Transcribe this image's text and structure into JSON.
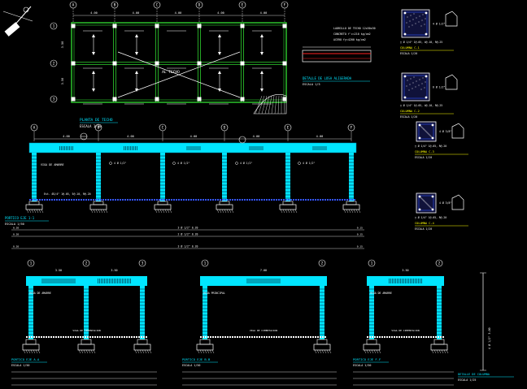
{
  "colors": {
    "background": "#000000",
    "beam": "#00e5ff",
    "green": "#2fd12f",
    "white": "#ffffff",
    "yellow": "#ffff00",
    "blue": "#3355ff",
    "magenta": "#ff33cc",
    "red": "#ff2020",
    "orange": "#ff8800"
  },
  "plan": {
    "axes_letters": [
      "A",
      "B",
      "C",
      "D",
      "E",
      "F"
    ],
    "axes_numbers": [
      "1",
      "2",
      "3"
    ],
    "dims_top": [
      "4.00",
      "4.00",
      "4.00",
      "4.00",
      "4.00"
    ],
    "dims_left": [
      "3.50",
      "3.50"
    ],
    "center_label": "AL TECHO",
    "title": "PLANTA DE TECHO",
    "scale": "ESCALA 1/50"
  },
  "slab_detail": {
    "notes": [
      "LADRILLO DE TECHO 12x30x30",
      "CONCRETO f'c=210 kg/cm2",
      "ACERO fy=4200 kg/cm2"
    ],
    "title": "DETALLE DE LOSA ALIGERADA",
    "scale": "ESCALA 1/5"
  },
  "columns": [
    {
      "title": "COLUMNA C-1",
      "scale": "ESCALA 1/20",
      "bars": "4 Ø 1/2\"",
      "stirrups": "□ Ø 1/4\" 1@.05, 4@.10, R@.25"
    },
    {
      "title": "COLUMNA C-2",
      "scale": "ESCALA 1/20",
      "bars": "6 Ø 1/2\"",
      "stirrups": "□ Ø 1/4\" 1@.05, 4@.10, R@.25"
    },
    {
      "title": "COLUMNA C-3",
      "scale": "ESCALA 1/20",
      "bars": "4 Ø 3/8\"",
      "stirrups": "□ Ø 1/4\" 1@.05, R@.20"
    },
    {
      "title": "COLUMNA C-4",
      "scale": "ESCALA 1/20",
      "bars": "4 Ø 3/8\"",
      "stirrups": "□ Ø 1/4\" 1@.05, R@.20"
    }
  ],
  "elevation_top": {
    "axes": [
      "A",
      "B",
      "C",
      "D",
      "E",
      "F"
    ],
    "dims": [
      "4.00",
      "4.00",
      "4.00",
      "4.00",
      "4.00"
    ],
    "title": "PORTICO EJE 1-1",
    "scale": "ESCALA 1/50",
    "labels": [
      "VIGA DE AMARRE",
      "Est. Ø1/4\" 1@.05, 5@.10, R@.20",
      "4 Ø 1/2\""
    ],
    "dim_rows": [
      "3 Ø 1/2\" 0.20",
      "2 Ø 1/2\" 0.20",
      "3 Ø 1/2\" 0.20"
    ]
  },
  "elevations_bottom": [
    {
      "title": "PORTICO EJE A-A",
      "scale": "ESCALA 1/50",
      "axes": [
        "1",
        "2",
        "3"
      ],
      "dims": [
        "3.50",
        "3.50"
      ],
      "label": "VIGA DE AMARRE",
      "foot": "VIGA DE CIMENTACION"
    },
    {
      "title": "PORTICO EJE B-B",
      "scale": "ESCALA 1/50",
      "axes": [
        "1",
        "2"
      ],
      "dims": [
        "7.00"
      ],
      "label": "VIGA PRINCIPAL",
      "foot": "VIGA DE CIMENTACION"
    },
    {
      "title": "PORTICO EJE F-F",
      "scale": "ESCALA 1/50",
      "axes": [
        "1",
        "2"
      ],
      "dims": [
        "3.50"
      ],
      "label": "VIGA DE AMARRE",
      "foot": "VIGA DE CIMENTACION"
    }
  ],
  "column_elev": {
    "title": "DETALLE DE COLUMNA",
    "scale": "ESCALA 1/25",
    "text": "4 Ø 1/2\" 3.00"
  }
}
